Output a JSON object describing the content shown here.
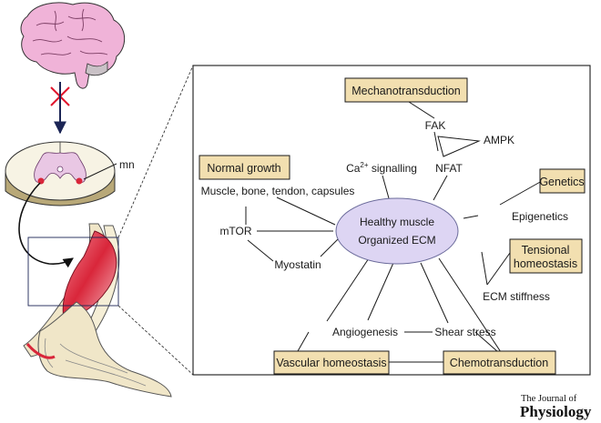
{
  "labels": {
    "mechanotransduction": "Mechanotransduction",
    "fak": "FAK",
    "ampk": "AMPK",
    "ca_signalling_base": "Ca",
    "ca_signalling_sup": "2+",
    "ca_signalling_rest": " signalling",
    "nfat": "NFAT",
    "normal_growth": "Normal growth",
    "muscle_bone": "Muscle, bone, tendon, capsules",
    "mtor": "mTOR",
    "myostatin": "Myostatin",
    "center_line1": "Healthy muscle",
    "center_line2": "Organized ECM",
    "genetics": "Genetics",
    "epigenetics": "Epigenetics",
    "tensional_line1": "Tensional",
    "tensional_line2": "homeostasis",
    "ecm_stiffness": "ECM stiffness",
    "angiogenesis": "Angiogenesis",
    "shear_stress": "Shear stress",
    "vascular": "Vascular homeostasis",
    "chemotransduction": "Chemotransduction",
    "mn": "mn"
  },
  "logo": {
    "line1": "The Journal of",
    "line2": "Physiology"
  },
  "colors": {
    "box_fill": "#f2dfb0",
    "ellipse_fill": "#ddd5f3",
    "brain": "#f0b3d8",
    "muscle_red": "#d9263a",
    "bone": "#f0e6c8",
    "cross_red": "#e0152c",
    "arrow_navy": "#1b2455"
  }
}
